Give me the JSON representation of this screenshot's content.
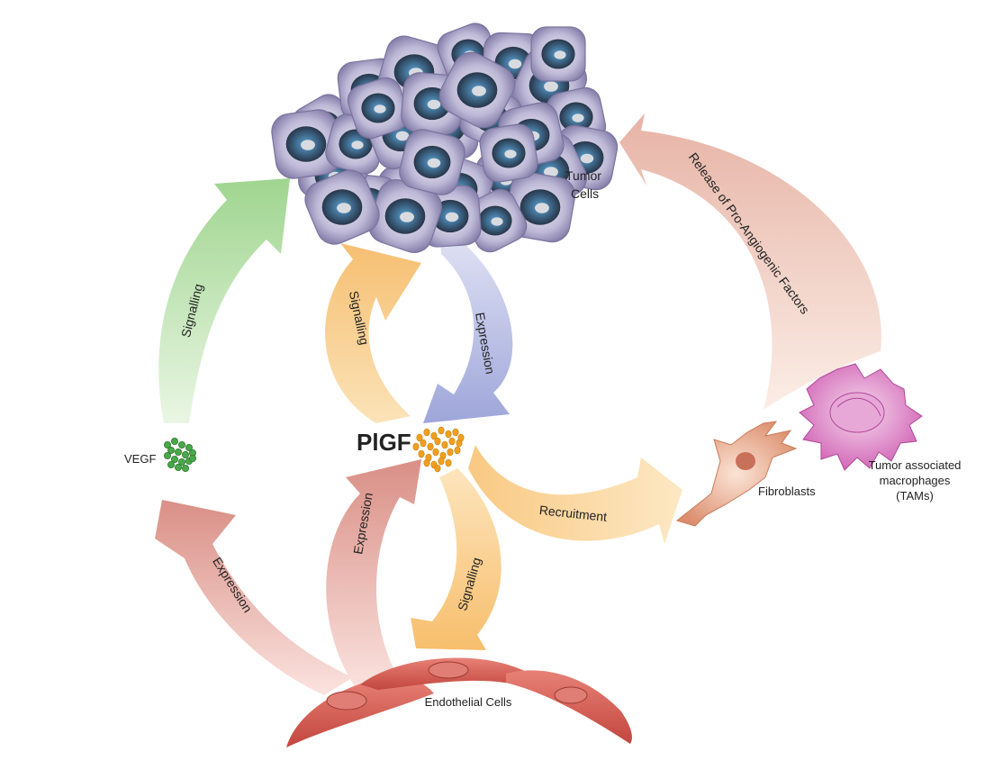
{
  "nodes": {
    "tumor": {
      "line1": "Tumor",
      "line2": "Cells"
    },
    "plgf": "PlGF",
    "vegf": "VEGF",
    "fibroblasts": "Fibroblasts",
    "tams": {
      "line1": "Tumor associated",
      "line2": "macrophages",
      "line3": "(TAMs)"
    },
    "endothelial": "Endothelial Cells"
  },
  "arrows": {
    "vegf_to_tumor": "Signalling",
    "plgf_to_tumor": "Signalling",
    "tumor_to_plgf": "Expression",
    "plgf_to_fibroblasts": "Recruitment",
    "tams_to_tumor": "Release of Pro-Angiogenic Factors",
    "endothelial_to_vegf": "Expression",
    "endothelial_to_plgf": "Expression",
    "plgf_to_endothelial": "Signalling"
  },
  "colors": {
    "green_arrow": "#a8d89a",
    "orange_arrow": "#f7c57e",
    "blue_arrow": "#a9b0de",
    "red_arrow": "#df9a93",
    "peach_arrow": "#eec3b3",
    "tumor_cell": "#8e86b5",
    "tumor_nucleus": "#3f7fb5",
    "endothelial": "#d96058",
    "tam": "#d67cc0",
    "fibroblast": "#e19a7a",
    "vegf_dot": "#4aa84a",
    "plgf_dot": "#f0a020"
  }
}
